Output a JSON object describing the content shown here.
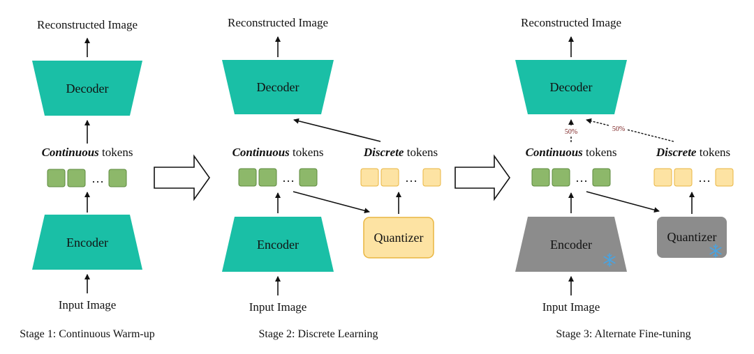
{
  "stage1": {
    "output_label": "Reconstructed Image",
    "decoder_label": "Decoder",
    "tokens_emph": "Continuous",
    "tokens_rest": " tokens",
    "dots": "…",
    "encoder_label": "Encoder",
    "input_label": "Input Image",
    "caption": "Stage 1: Continuous Warm-up"
  },
  "stage2": {
    "output_label": "Reconstructed Image",
    "decoder_label": "Decoder",
    "cont_emph": "Continuous",
    "cont_rest": " tokens",
    "disc_emph": "Discrete",
    "disc_rest": " tokens",
    "dots": "…",
    "encoder_label": "Encoder",
    "quantizer_label": "Quantizer",
    "input_label": "Input Image",
    "caption": "Stage 2: Discrete Learning"
  },
  "stage3": {
    "output_label": "Reconstructed Image",
    "decoder_label": "Decoder",
    "pct_cont": "50%",
    "pct_disc": "50%",
    "cont_emph": "Continuous",
    "cont_rest": " tokens",
    "disc_emph": "Discrete",
    "disc_rest": " tokens",
    "dots": "…",
    "encoder_label": "Encoder",
    "quantizer_label": "Quantizer",
    "input_label": "Input Image",
    "caption": "Stage 3: Alternate Fine-tuning",
    "frozen_icon": "snowflake-icon"
  },
  "colors": {
    "teal": "#1abfa6",
    "green_token": "#8db86a",
    "green_stroke": "#5d8a3e",
    "yellow_token": "#fde3a3",
    "yellow_stroke": "#e9b640",
    "gray": "#8c8c8c",
    "snowflake": "#4aa3e0"
  }
}
